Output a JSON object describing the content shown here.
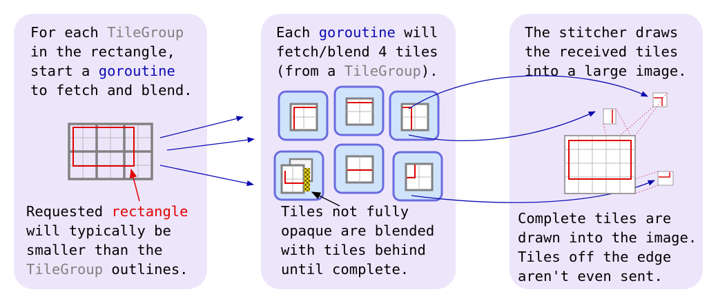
{
  "colors": {
    "panel_bg": "#ede6fb",
    "arrow_blue": "#0a0ab0",
    "rect_red": "#e00000",
    "tile_fill": "#cfe4fb",
    "tile_border": "#6a6adf",
    "outline_grey": "#808080"
  },
  "left": {
    "intro": {
      "l1a": "For each ",
      "l1b": "TileGroup",
      "l2": "in the rectangle,",
      "l3a": "start a ",
      "l3b": "goroutine",
      "l4": "to fetch and blend."
    },
    "note": {
      "l1a": "Requested ",
      "l1b": "rectangle",
      "l2": "will typically be",
      "l3": "smaller than the",
      "l4a": "TileGroup",
      "l4b": " outlines."
    }
  },
  "middle": {
    "intro": {
      "l1a": "Each ",
      "l1b": "goroutine",
      "l1c": " will",
      "l2": "fetch/blend 4 tiles",
      "l3a": "(from a ",
      "l3b": "TileGroup",
      "l3c": ")."
    },
    "note": {
      "l1": "Tiles not fully",
      "l2": "opaque are blended",
      "l3": "with tiles behind",
      "l4": "until complete."
    }
  },
  "right": {
    "intro": {
      "l1": "The stitcher draws",
      "l2": "the received tiles",
      "l3": "into a large image."
    },
    "note": {
      "l1": "Complete tiles are",
      "l2": "drawn into the image.",
      "l3": "Tiles off the edge",
      "l4": "aren't even sent."
    }
  }
}
